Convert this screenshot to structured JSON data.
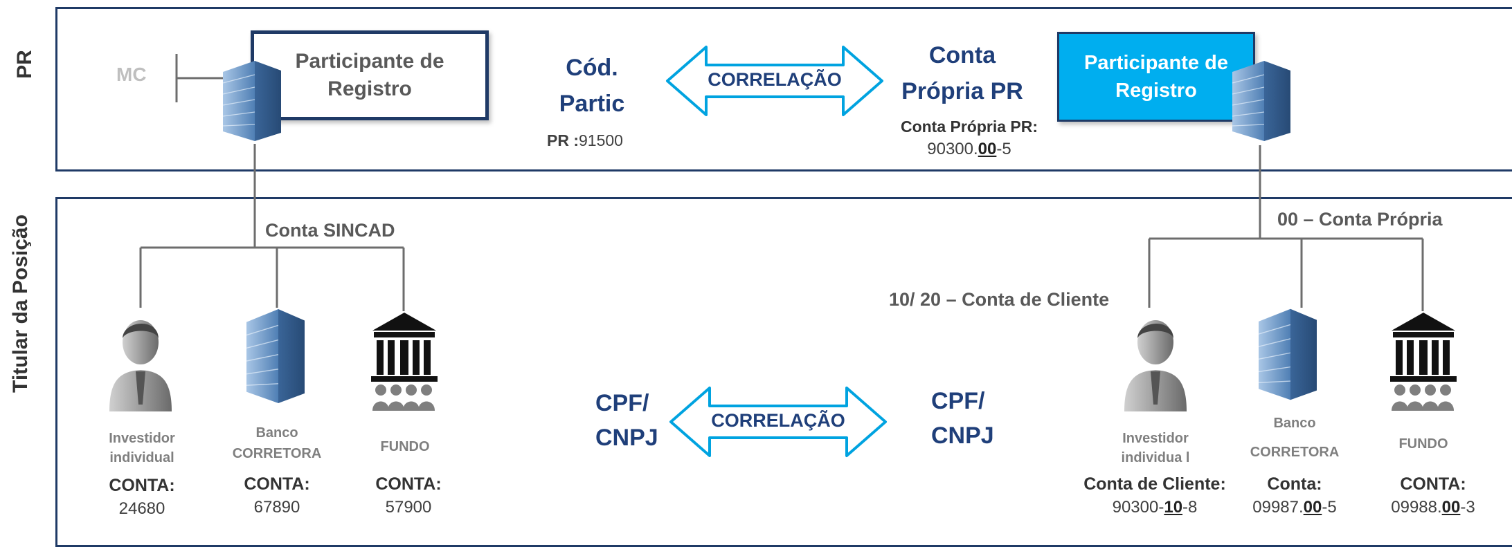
{
  "rows": {
    "top_label": "PR",
    "bottom_label": "Titular da Posição"
  },
  "top": {
    "mc": "MC",
    "participant_left": "Participante de Registro",
    "cod_partic": "Cód. Partic",
    "cod_value_label": "PR :",
    "cod_value": "91500",
    "correlation": "CORRELAÇÃO",
    "conta_propria": "Conta Própria PR",
    "conta_propria_label": "Conta Própria PR:",
    "conta_propria_value": {
      "pre": "90300.",
      "bold": "00",
      "post": "-5"
    },
    "participant_right": "Participante de Registro"
  },
  "bottom": {
    "conta_sincad": "Conta SINCAD",
    "conta_propria_branch": "00 – Conta Própria",
    "conta_cliente_branch": "10/ 20 – Conta de Cliente",
    "cpf_left": "CPF/ CNPJ",
    "cpf_right": "CPF/ CNPJ",
    "correlation": "CORRELAÇÃO",
    "left_entities": [
      {
        "name": "Investidor individual",
        "acct_label": "CONTA:",
        "acct_value": "24680"
      },
      {
        "name_top": "Banco",
        "name_bottom": "CORRETORA",
        "acct_label": "CONTA:",
        "acct_value": "67890"
      },
      {
        "name": "FUNDO",
        "acct_label": "CONTA:",
        "acct_value": "57900"
      }
    ],
    "right_entities": [
      {
        "name": "Investidor individua l",
        "acct_label": "Conta de Cliente:",
        "acct_value": {
          "pre": "90300-",
          "bold": "10",
          "post": "-8"
        }
      },
      {
        "name_top": "Banco",
        "name_bottom": "CORRETORA",
        "acct_label": "Conta:",
        "acct_value": {
          "pre": "09987.",
          "bold": "00",
          "post": "-5"
        }
      },
      {
        "name": "FUNDO",
        "acct_label": "CONTA:",
        "acct_value": {
          "pre": "09988.",
          "bold": "00",
          "post": "-3"
        }
      }
    ]
  },
  "icons": {
    "building": "building-icon",
    "person": "person-icon",
    "fund": "fund-building-icon",
    "arrow": "double-arrow-icon"
  },
  "colors": {
    "panel_border": "#1f3a66",
    "navy_text": "#1f3f7a",
    "arrow_border": "#00a3e0",
    "highlight_box": "#00aeef",
    "line_gray": "#6d6d6d"
  }
}
